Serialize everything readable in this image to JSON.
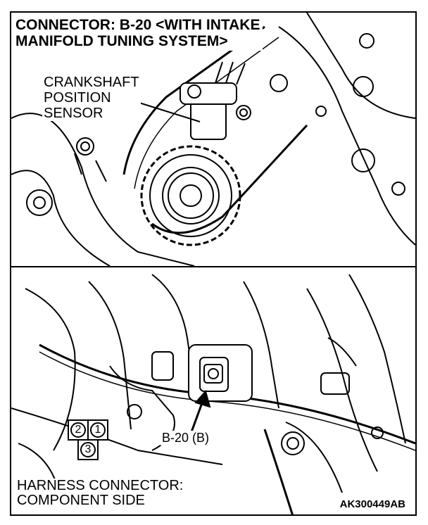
{
  "diagram": {
    "title_line1": "CONNECTOR: B-20 <WITH INTAKE",
    "title_line2": "MANIFOLD TUNING SYSTEM>",
    "sensor_line1": "CRANKSHAFT",
    "sensor_line2": "POSITION",
    "sensor_line3": "SENSOR",
    "connector_callout": "B-20 (B)",
    "harness_line1": "HARNESS CONNECTOR:",
    "harness_line2": "COMPONENT SIDE",
    "pins": [
      "2",
      "1",
      "3"
    ],
    "figure_code": "AK300449AB"
  }
}
